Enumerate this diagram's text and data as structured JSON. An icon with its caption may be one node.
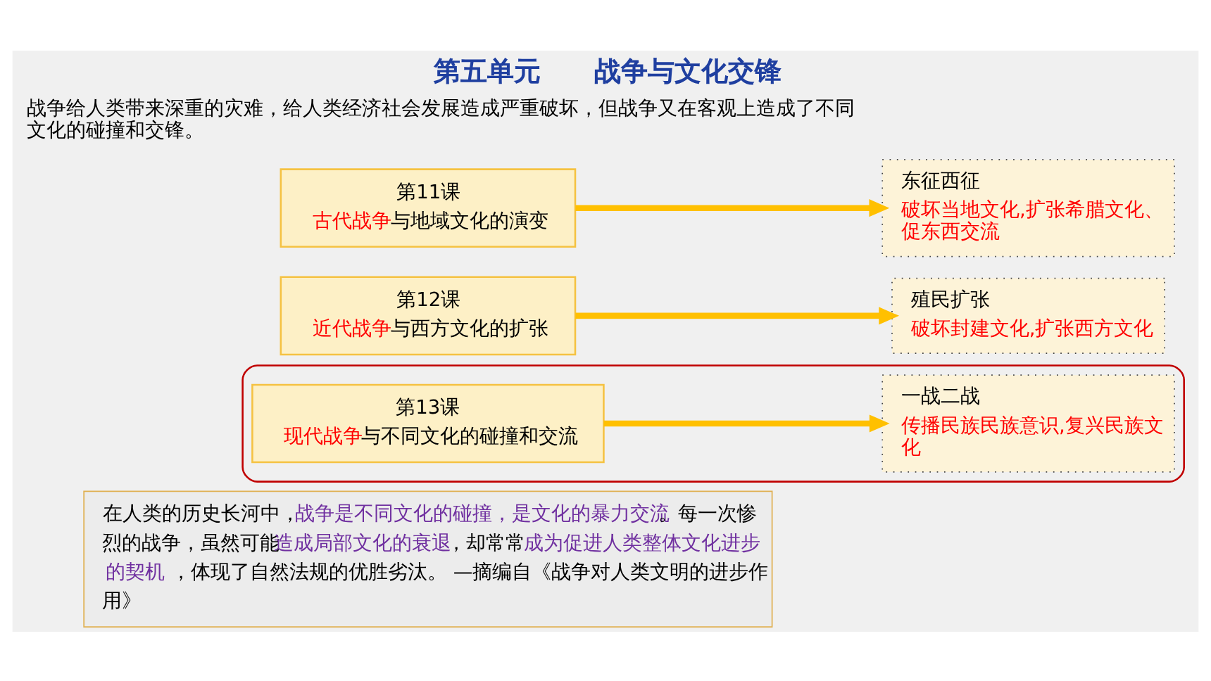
{
  "diagram": {
    "title": "第五单元　　战争与文化交锋",
    "nodes": [
      {
        "text": [
          "第11课",
          "**古代战争**与地域文化的演变"
        ]
      },
      {
        "text": [
          "东征西征",
          "破坏当地文化,扩张希腊文化、促东西交流"
        ]
      },
      {
        "text": [
          "第12课",
          "**近代战争**与西方文化的扩张"
        ]
      },
      {
        "text": [
          "殖民扩张",
          "破坏封建文化,扩张西方文化"
        ]
      },
      {
        "text": [],
        "shape": "box"
      },
      {
        "text": [
          "第13课",
          "**现代战争**与不同文化的碰撞和交流"
        ],
        "in": 4
      },
      {
        "text": [
          "一战二战",
          "传播民族民族意识,复兴民族文化"
        ],
        "in": 4
      },
      {
        "text": [
          "在人类的历史长河中，**战争是不同文化的碰撞，是文化的暴力交流**。每一次惨烈的战争，虽然可能**造成局部文化的衰退**，却常常**成为促进人类整体文化进步的契机**，体现了自然法规的优胜劣汰。 —摘编自《战争对人类文明的进步作用》"
        ]
      }
    ],
    "edges": [
      {
        "from": 0,
        "to": 1,
        "arrow": "to"
      },
      {
        "from": 2,
        "to": 3,
        "arrow": "to"
      },
      {
        "from": 5,
        "to": 6,
        "arrow": "to"
      }
    ],
    "labels": [
      "战争给人类带来深重的灾难，给人类经济社会发展造成严重破坏，但战争又在客观上造成了不同文化的碰撞和交锋。"
    ]
  }
}
